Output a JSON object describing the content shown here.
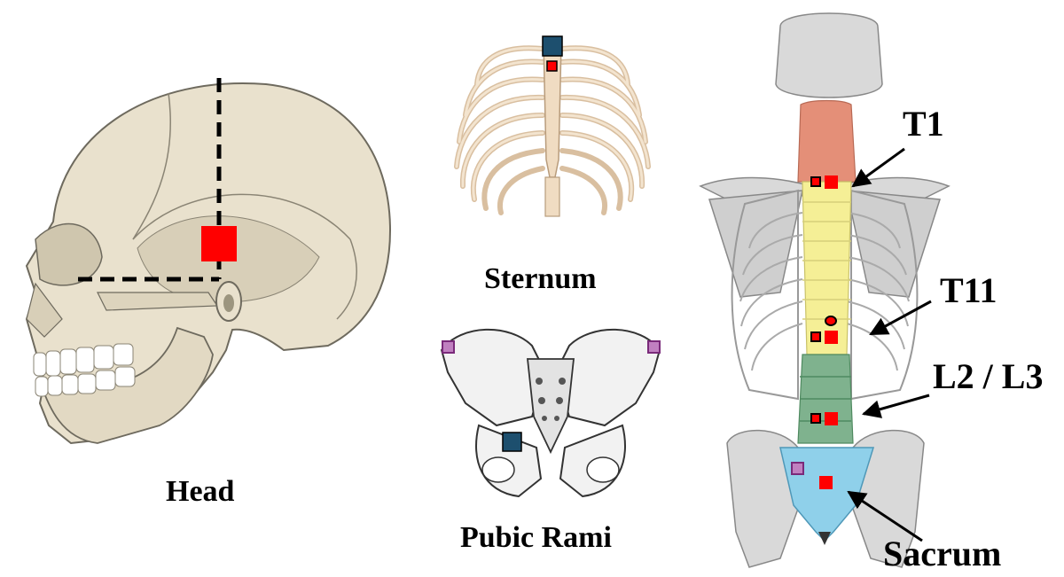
{
  "labels": {
    "head": "Head",
    "sternum": "Sternum",
    "pubic_rami": "Pubic Rami",
    "t1": "T1",
    "t11": "T11",
    "l2_l3": "L2 / L3",
    "sacrum": "Sacrum"
  },
  "colors": {
    "marker_red": "#ff0000",
    "marker_navy": "#1d4f6e",
    "marker_purple": "#a04aa0",
    "bone": "#e9e1cd",
    "bone_outline": "#6e6a5e",
    "cervical": "#e48f78",
    "thoracic": "#f5ef96",
    "lumbar": "#7fb28e",
    "sacral": "#8fd0ea",
    "gray_bone": "#d9d9d9",
    "rib_cage": "#f0dcc2"
  },
  "icons": [
    "skull-lateral-illustration",
    "rib-cage-illustration",
    "pelvis-illustration",
    "skeleton-posterior-illustration"
  ]
}
